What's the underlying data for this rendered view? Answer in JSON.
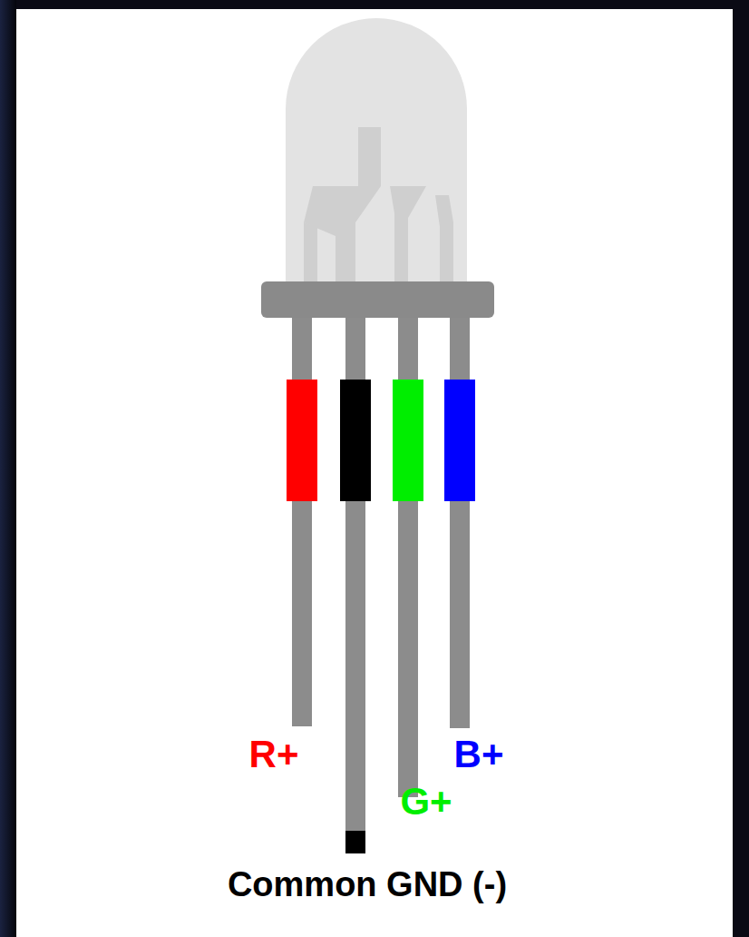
{
  "diagram": {
    "labels": [
      "R+",
      "B+",
      "G+",
      "Common GND (-)"
    ]
  }
}
